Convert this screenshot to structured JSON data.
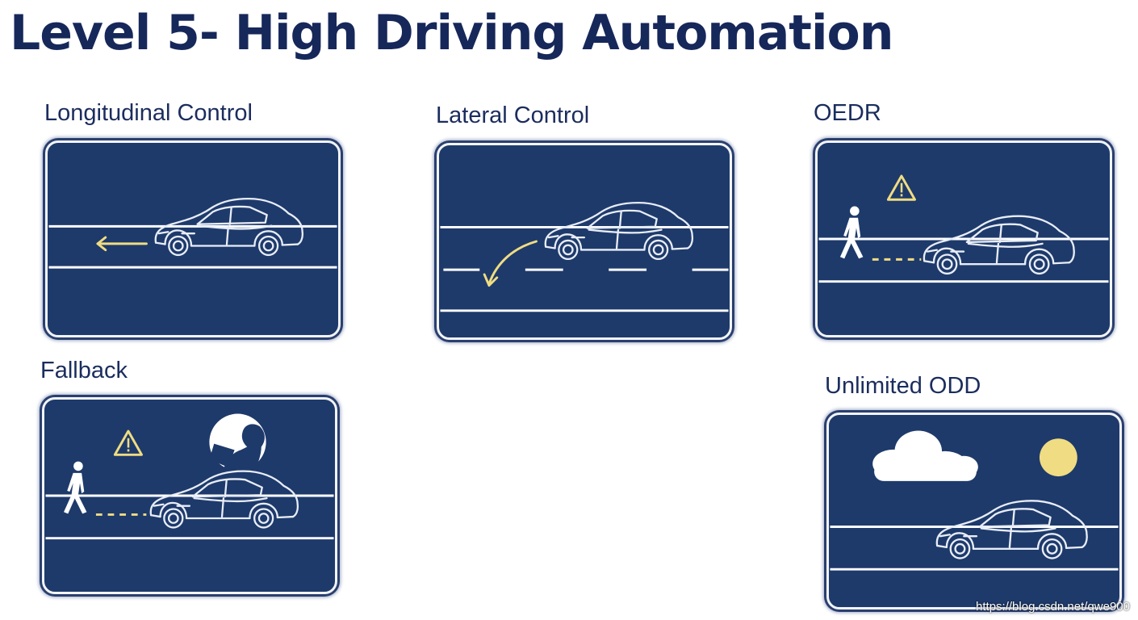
{
  "slide": {
    "title": "Level 5- High Driving Automation",
    "watermark": "https://blog.csdn.net/qwe900"
  },
  "panels": [
    {
      "id": "longitudinal",
      "label": "Longitudinal Control",
      "icons": [
        "car-icon",
        "arrow-left-icon"
      ]
    },
    {
      "id": "lateral",
      "label": "Lateral Control",
      "icons": [
        "car-icon",
        "curved-arrow-icon"
      ]
    },
    {
      "id": "oedr",
      "label": "OEDR",
      "icons": [
        "warning-icon",
        "pedestrian-icon",
        "car-icon"
      ]
    },
    {
      "id": "fallback",
      "label": "Fallback",
      "icons": [
        "warning-icon",
        "pedestrian-icon",
        "car-icon",
        "driver-reading-icon"
      ]
    },
    {
      "id": "odd",
      "label": "Unlimited ODD",
      "icons": [
        "cloud-icon",
        "sun-icon",
        "car-icon"
      ]
    }
  ],
  "colors": {
    "title": "#16275a",
    "panel_fill": "#1e3a6b",
    "road_line": "#ffffff",
    "accent_yellow": "#f0dc82"
  }
}
